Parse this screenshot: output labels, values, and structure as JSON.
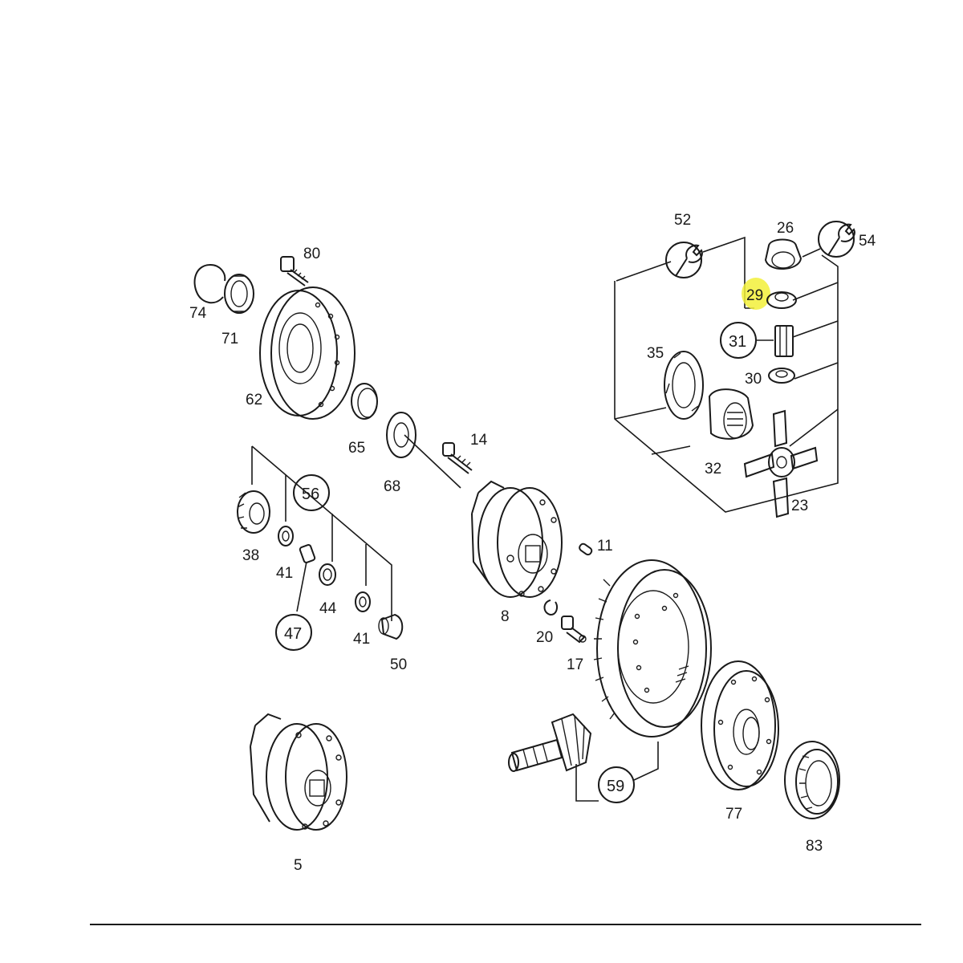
{
  "diagram": {
    "highlight_color": "#f2f03a",
    "ink_color": "#1a1a1a",
    "part_numbers": {
      "p74": "74",
      "p71": "71",
      "p80": "80",
      "p62": "62",
      "p65": "65",
      "p68": "68",
      "p14": "14",
      "p56": "56",
      "p38": "38",
      "p41a": "41",
      "p47": "47",
      "p44": "44",
      "p41b": "41",
      "p50": "50",
      "p8": "8",
      "p11": "11",
      "p20": "20",
      "p17": "17",
      "p5": "5",
      "p59": "59",
      "p77": "77",
      "p83": "83",
      "p52": "52",
      "p26": "26",
      "p54": "54",
      "p29": "29",
      "p31": "31",
      "p35": "35",
      "p30": "30",
      "p32": "32",
      "p23": "23"
    },
    "icons": {
      "tool_52": "wrench-icon",
      "tool_54": "wrench-icon"
    }
  }
}
